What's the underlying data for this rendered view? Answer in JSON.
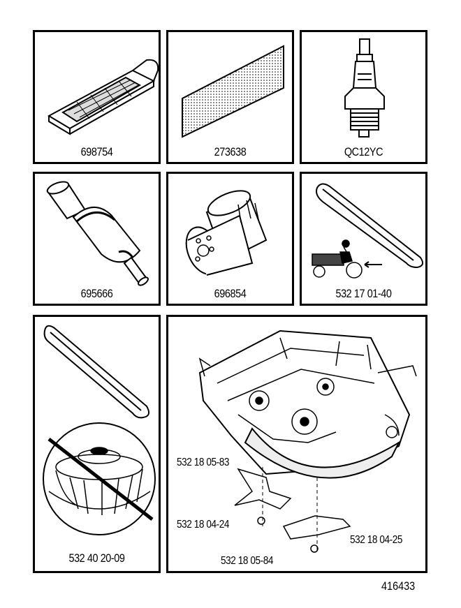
{
  "parts": {
    "air_filter": "698754",
    "pre_filter": "273638",
    "spark_plug": "QC12YC",
    "fuel_filter": "695666",
    "oil_filter": "696854",
    "drive_belt": "532 17 01-40",
    "deck_belt": "532 40 20-09"
  },
  "deck_labels": {
    "blade_adapter": "532 18 05-83",
    "blade_left": "532 18 04-24",
    "blade_right": "532 18 04-25",
    "blade_adapter_lower": "532 18 05-84"
  },
  "doc_number": "416433"
}
